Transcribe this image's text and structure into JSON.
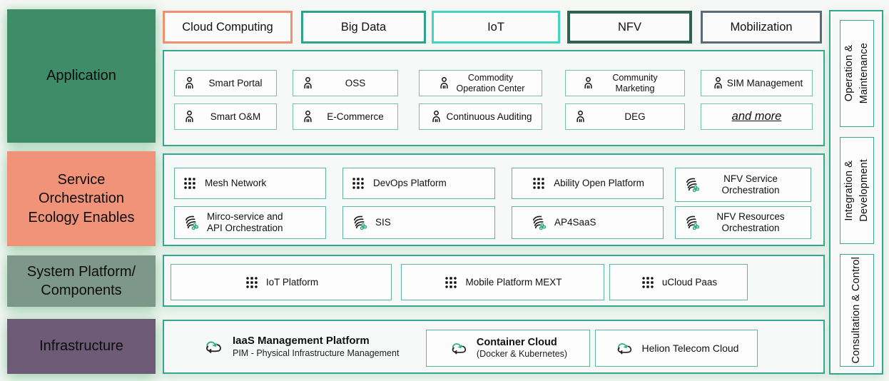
{
  "left_column": {
    "items": [
      {
        "name": "application",
        "lines": [
          "Application"
        ],
        "color": "#3e8c68"
      },
      {
        "name": "service",
        "lines": [
          "Service",
          "Orchestration",
          "Ecology Enables"
        ],
        "color": "#f09379"
      },
      {
        "name": "system",
        "lines": [
          "System Platform/",
          "Components"
        ],
        "color": "#7d978b"
      },
      {
        "name": "infrastructure",
        "lines": [
          "Infrastructure"
        ],
        "color": "#6d5a76"
      }
    ]
  },
  "top_chips": [
    {
      "label": "Cloud Computing",
      "border_color": "#f0906e"
    },
    {
      "label": "Big Data",
      "border_color": "#2fa28c"
    },
    {
      "label": "IoT",
      "border_color": "#40d4c4"
    },
    {
      "label": "NFV",
      "border_color": "#2d6350"
    },
    {
      "label": "Mobilization",
      "border_color": "#596a79"
    }
  ],
  "application_row": {
    "items": [
      {
        "label": "Smart Portal",
        "icon": "person-icon"
      },
      {
        "label": "OSS",
        "icon": "person-icon"
      },
      {
        "label": "Commodity Operation Center",
        "icon": "person-icon"
      },
      {
        "label": "Community Marketing",
        "icon": "person-icon"
      },
      {
        "label": "SIM Management",
        "icon": "person-icon"
      },
      {
        "label": "Smart O&M",
        "icon": "person-icon"
      },
      {
        "label": "E-Commerce",
        "icon": "person-icon"
      },
      {
        "label": "Continuous Auditing",
        "icon": "person-icon"
      },
      {
        "label": "DEG",
        "icon": "person-icon"
      },
      {
        "label": "and more",
        "icon": "none"
      }
    ]
  },
  "service_row": {
    "items": [
      {
        "label": "Mesh Network",
        "icon": "grid-icon"
      },
      {
        "label": "DevOps Platform",
        "icon": "grid-icon"
      },
      {
        "label": "Ability Open Platform",
        "icon": "grid-icon"
      },
      {
        "label": "NFV Service Orchestration",
        "icon": "flow-icon"
      },
      {
        "label": "Mirco-service and API Orchestration",
        "icon": "flow-icon"
      },
      {
        "label": "SIS",
        "icon": "flow-icon"
      },
      {
        "label": "AP4SaaS",
        "icon": "flow-icon"
      },
      {
        "label": "NFV Resources Orchestration",
        "icon": "flow-icon"
      }
    ]
  },
  "system_row": {
    "items": [
      {
        "label": "IoT Platform",
        "icon": "grid-icon"
      },
      {
        "label": "Mobile Platform MEXT",
        "icon": "grid-icon"
      },
      {
        "label": "uCloud Paas",
        "icon": "grid-icon"
      }
    ]
  },
  "infrastructure_row": {
    "items": [
      {
        "title": "IaaS Management Platform",
        "subtitle": "PIM - Physical Infrastructure Management",
        "icon": "cloud-sync-icon"
      },
      {
        "title": "Container Cloud",
        "subtitle": "(Docker & Kubernetes)",
        "icon": "cloud-sync-icon"
      },
      {
        "title": "Helion Telecom Cloud",
        "subtitle": "",
        "icon": "cloud-sync-icon"
      }
    ]
  },
  "right_column": {
    "items": [
      {
        "lines": [
          "Operation &",
          "Maintenance"
        ]
      },
      {
        "lines": [
          "Integration &",
          "Development"
        ]
      },
      {
        "lines": [
          "Consultation & Control"
        ]
      }
    ]
  },
  "palette": {
    "panel_border": "#35a78e",
    "item_border": "#76c1ab",
    "icon_green": "#2aa87e",
    "glow": "#7cc192",
    "background": "#f4f7f4"
  }
}
